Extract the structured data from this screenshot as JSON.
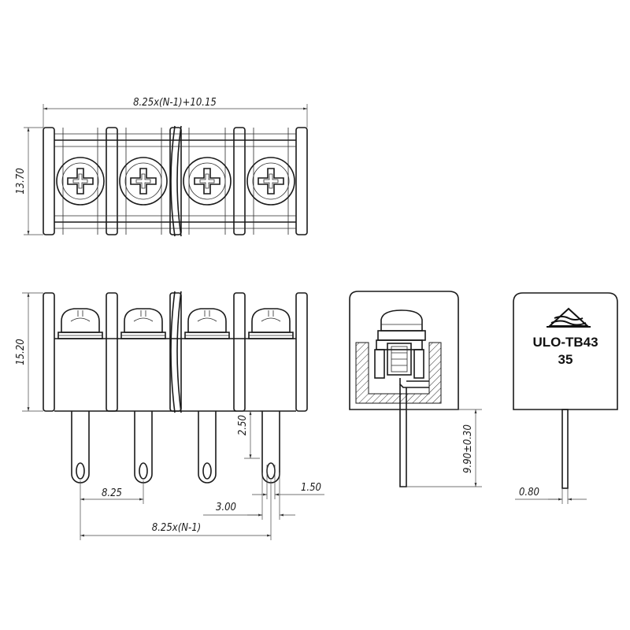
{
  "dimensions": {
    "total_length": "8.25x(N-1)+10.15",
    "width": "13.70",
    "height": "15.20",
    "pin_above": "2.50",
    "pitch": "8.25",
    "pin_span": "8.25x(N-1)",
    "pin_width_front": "3.00",
    "pin_hole": "1.50",
    "pin_length": "9.90±0.30",
    "pin_thickness": "0.80"
  },
  "product": {
    "model": "ULO-TB43",
    "code": "35"
  },
  "icons": {
    "logo": "triangle-wave-logo-icon"
  },
  "colors": {
    "line": "#1a1a1a",
    "background": "#ffffff"
  }
}
